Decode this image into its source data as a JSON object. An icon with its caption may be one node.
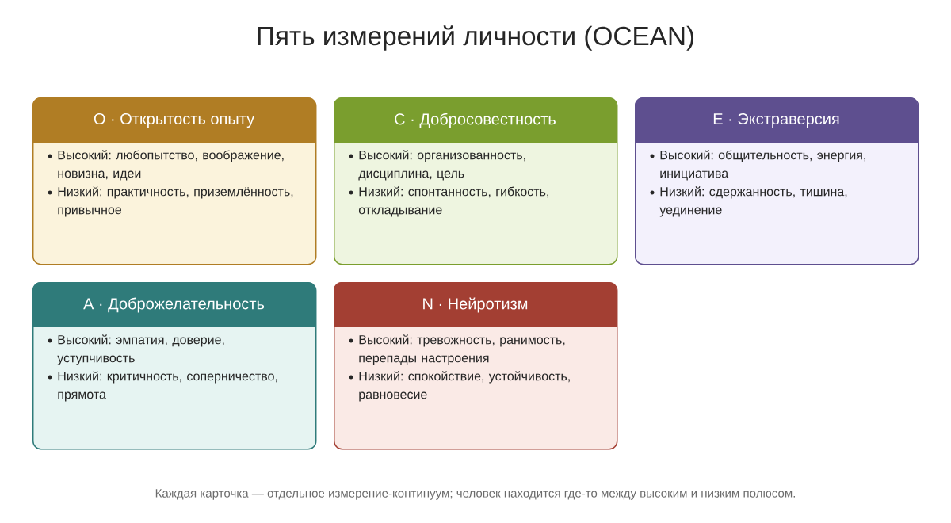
{
  "diagram": {
    "title": "Пять измерений личности (OCEAN)",
    "caption": "Каждая карточка — отдельное измерение-континуум; человек находится где-то между высоким и низким полюсом.",
    "nodes": [
      {
        "text": [
          "O · Открытость опыту",
          "Высокий: любопытство, воображение, новизна, идеи",
          "Низкий: практичность, приземлённость, привычное"
        ]
      },
      {
        "text": [
          "C · Добросовестность",
          "Высокий: организованность, дисциплина, цель",
          "Низкий: спонтанность, гибкость, откладывание"
        ]
      },
      {
        "text": [
          "E · Экстраверсия",
          "Высокий: общительность, энергия, инициатива",
          "Низкий: сдержанность, тишина, уединение"
        ]
      },
      {
        "text": [
          "A · Доброжелательность",
          "Высокий: эмпатия, доверие, уступчивость",
          "Низкий: критичность, соперничество, прямота"
        ]
      },
      {
        "text": [
          "N · Нейротизм",
          "Высокий: тревожность, ранимость, перепады настроения",
          "Низкий: спокойствие, устойчивость, равновесие"
        ]
      }
    ]
  }
}
